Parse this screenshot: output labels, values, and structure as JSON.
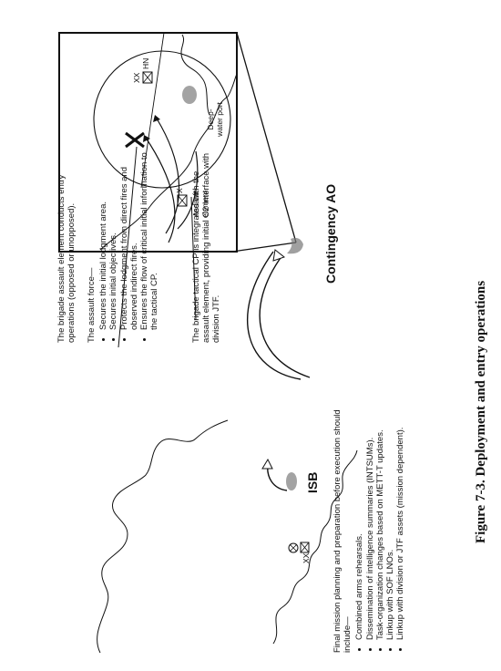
{
  "figure": {
    "caption": "Figure 7-3. Deployment and entry operations"
  },
  "notes": {
    "entry_ops": "The brigade assault element conducts entry operations (opposed or unopposed).",
    "assault_force_intro": "The assault force—",
    "assault_force_items": [
      "Secures the initial lodgment area.",
      "Secures initial objectives.",
      "Protects the lodgment from direct fires and observed indirect fires.",
      "Ensures the flow of critical initial information to the tactical CP."
    ],
    "tactical_cp": "The brigade tactical CP is integrated with the assault element, providing initial C2 interface with division JTF.",
    "final_intro": "Final mission planning and preparation before execution should include—",
    "final_items": [
      "Combined arms rehearsals.",
      "Dissemination of intelligence summaries (INTSUMs).",
      "Task-organization changes based on METT-T updates.",
      "Linkup with SOF LNOs.",
      "Linkup with division or JTF assets (mission dependent)."
    ]
  },
  "map_labels": {
    "isb": "ISB",
    "contingency_ao": "Contingency AO",
    "assault_element": "Assault element",
    "deep_water_port": "Deep-water port",
    "hn": "HN",
    "xx": "XX",
    "x": "X"
  }
}
